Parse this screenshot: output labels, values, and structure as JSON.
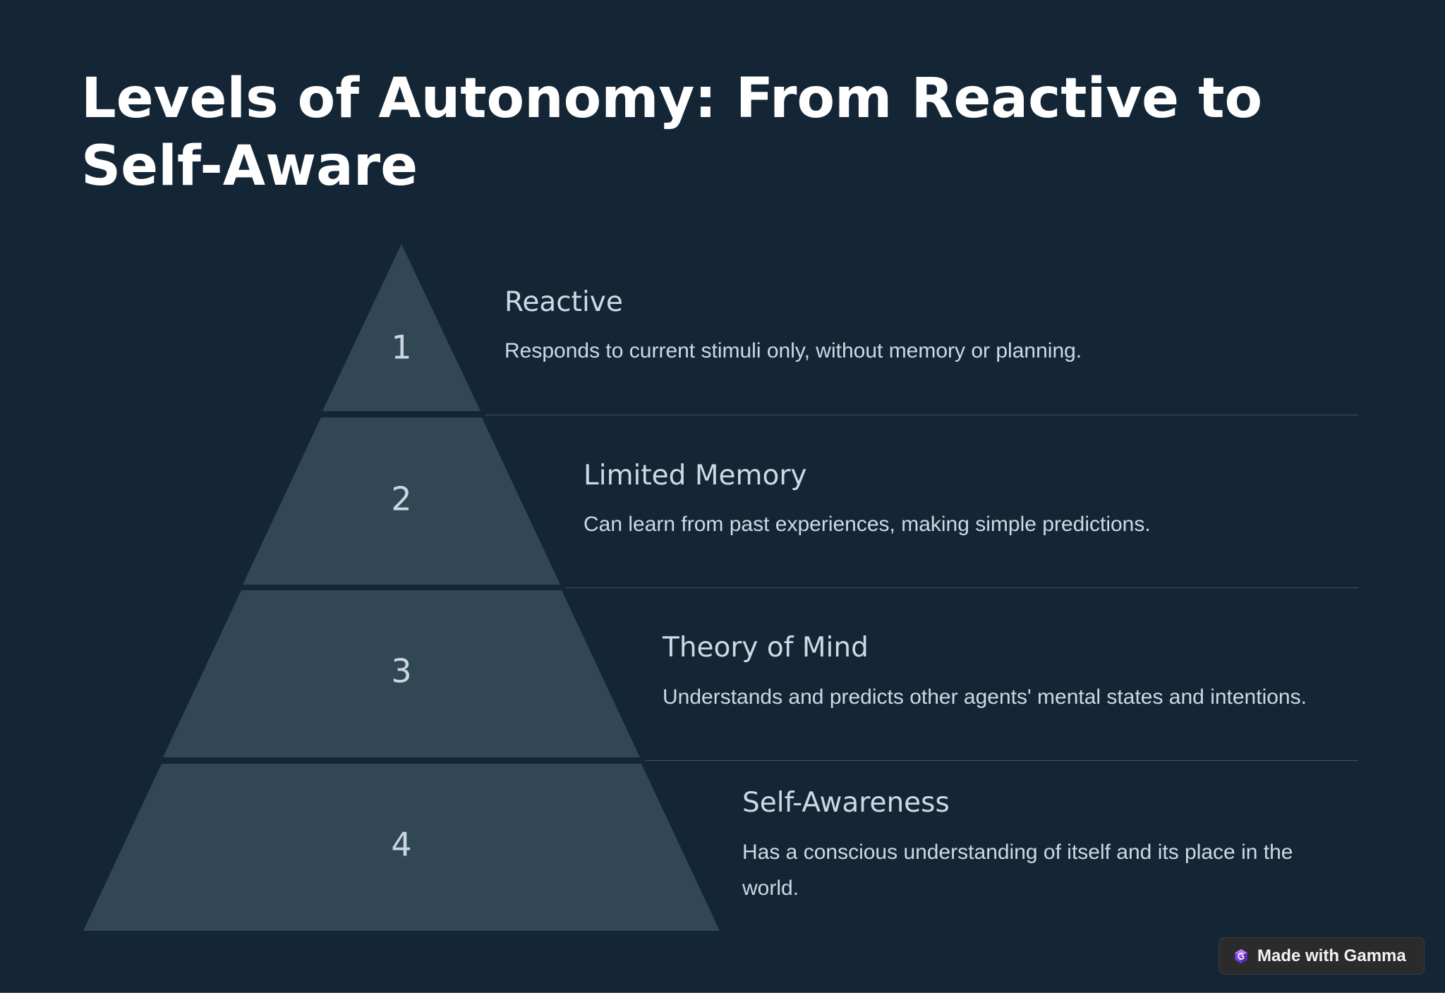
{
  "title": "Levels of Autonomy: From Reactive to Self-Aware",
  "levels": [
    {
      "number": "1",
      "heading": "Reactive",
      "description": "Responds to current stimuli only, without memory or planning."
    },
    {
      "number": "2",
      "heading": "Limited Memory",
      "description": "Can learn from past experiences, making simple predictions."
    },
    {
      "number": "3",
      "heading": "Theory of Mind",
      "description": "Understands and predicts other agents' mental states and intentions."
    },
    {
      "number": "4",
      "heading": "Self-Awareness",
      "description": "Has a conscious understanding of itself and its place in the world."
    }
  ],
  "badge": {
    "label": "Made with Gamma",
    "icon": "gamma-logo-icon"
  },
  "colors": {
    "background": "#142636",
    "tier": "#314756",
    "text": "#cdd9e4",
    "divider": "#3e5263"
  }
}
